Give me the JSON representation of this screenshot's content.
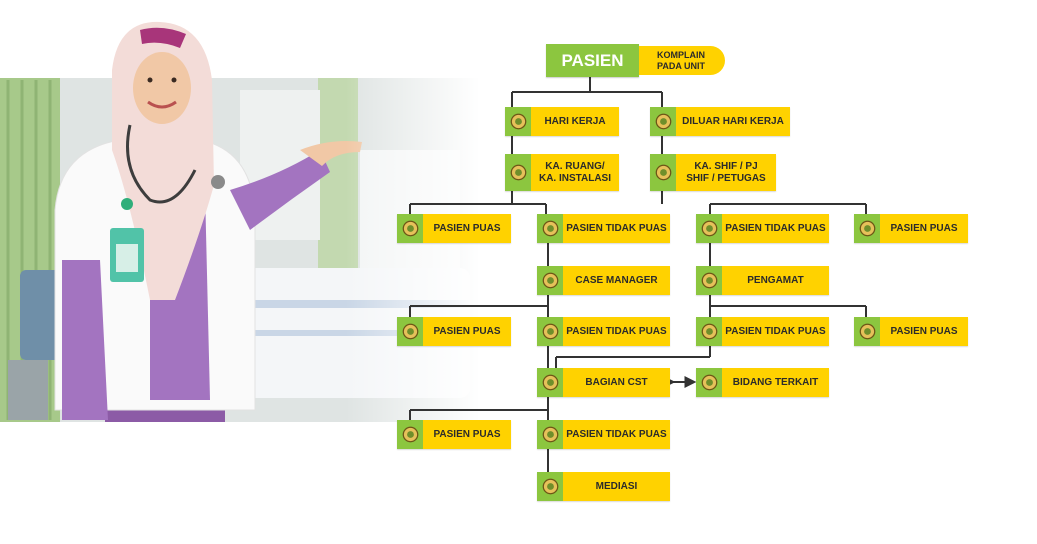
{
  "colors": {
    "green": "#8cc63f",
    "yellow": "#ffd200",
    "connector": "#333333"
  },
  "root": {
    "label": "PASIEN",
    "note_line1": "KOMPLAIN",
    "note_line2": "PADA UNIT"
  },
  "branch_left": {
    "hari_kerja": "HARI KERJA",
    "ka_ruang_line1": "KA. RUANG/",
    "ka_ruang_line2": "KA. INSTALASI",
    "pasien_puas_1": "PASIEN PUAS",
    "pasien_tidak_puas_1": "PASIEN TIDAK PUAS",
    "case_manager": "CASE MANAGER",
    "pasien_puas_2": "PASIEN PUAS",
    "pasien_tidak_puas_2": "PASIEN TIDAK PUAS",
    "bagian_cst": "BAGIAN CST",
    "bidang_terkait": "BIDANG TERKAIT",
    "pasien_puas_3": "PASIEN PUAS",
    "pasien_tidak_puas_3": "PASIEN TIDAK PUAS",
    "mediasi": "MEDIASI"
  },
  "branch_right": {
    "diluar_hari_kerja": "DILUAR HARI KERJA",
    "ka_shif_line1": "KA. SHIF / PJ",
    "ka_shif_line2": "SHIF / PETUGAS",
    "pasien_tidak_puas_1": "PASIEN TIDAK PUAS",
    "pasien_puas_1": "PASIEN PUAS",
    "pengamat": "PENGAMAT",
    "pasien_tidak_puas_2": "PASIEN TIDAK PUAS",
    "pasien_puas_2": "PASIEN PUAS"
  }
}
